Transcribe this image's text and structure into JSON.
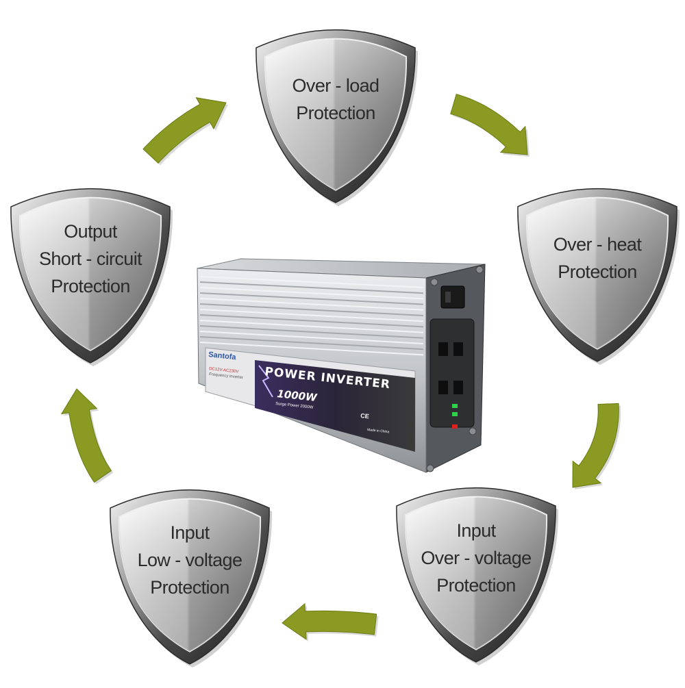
{
  "cycle": {
    "shields": [
      {
        "id": "over-load",
        "lines": [
          "Over - load",
          "Protection"
        ]
      },
      {
        "id": "over-heat",
        "lines": [
          "Over - heat",
          "Protection"
        ]
      },
      {
        "id": "input-over-voltage",
        "lines": [
          "Input",
          "Over - voltage",
          "Protection"
        ]
      },
      {
        "id": "input-low-voltage",
        "lines": [
          "Input",
          "Low - voltage",
          "Protection"
        ]
      },
      {
        "id": "output-short-circuit",
        "lines": [
          "Output",
          "Short - circuit",
          "Protection"
        ]
      }
    ],
    "arrow_color": "#8a9a22"
  },
  "product": {
    "brand": "Santofa",
    "spec_line1": "DC12V-AC230V",
    "spec_line2": "Frequency inverter",
    "title": "POWER INVERTER",
    "wattage": "1000W",
    "surge": "Surge Power 2000W",
    "cert": "CE",
    "made_in": "Made in China",
    "body_color": "#c9ccce",
    "label_color": "#2a2538"
  }
}
